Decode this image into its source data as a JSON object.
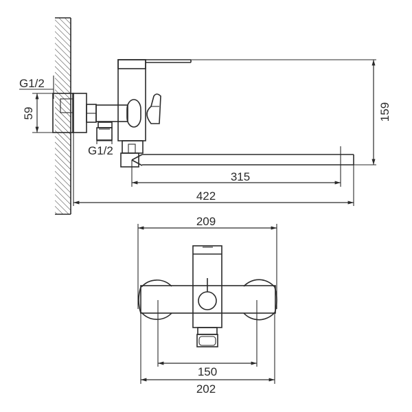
{
  "drawing": {
    "title": "Wall-mounted bath mixer with long spout — dimension drawing",
    "stroke_color": "#2a2a2a",
    "background": "#ffffff"
  },
  "side_view": {
    "labels": {
      "thread_top": "G1/2",
      "thread_bottom": "G1/2",
      "height_connection": "59",
      "height_total": "159",
      "spout_reach": "315",
      "total_projection": "422"
    }
  },
  "front_view": {
    "labels": {
      "overall_width": "209",
      "centers_distance": "150",
      "body_width": "202"
    }
  }
}
